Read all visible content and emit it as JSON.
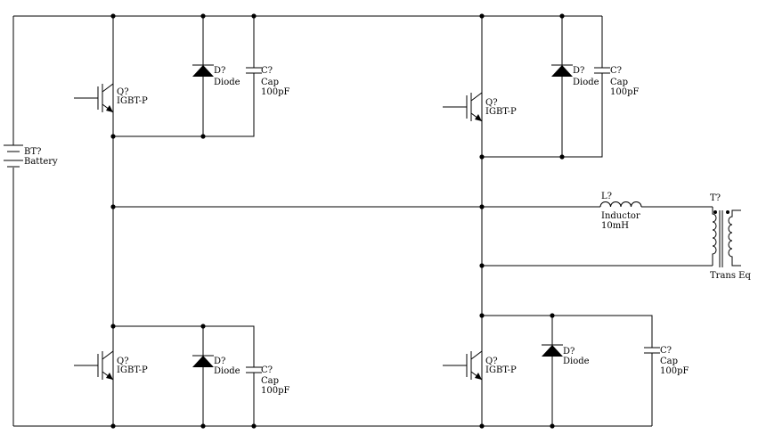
{
  "battery": {
    "designator": "BT?",
    "value": "Battery"
  },
  "igbts": [
    {
      "designator": "Q?",
      "value": "IGBT-P"
    },
    {
      "designator": "Q?",
      "value": "IGBT-P"
    },
    {
      "designator": "Q?",
      "value": "IGBT-P"
    },
    {
      "designator": "Q?",
      "value": "IGBT-P"
    }
  ],
  "diodes": [
    {
      "designator": "D?",
      "value": "Diode"
    },
    {
      "designator": "D?",
      "value": "Diode"
    },
    {
      "designator": "D?",
      "value": "Diode"
    },
    {
      "designator": "D?",
      "value": "Diode"
    }
  ],
  "capacitors": [
    {
      "designator": "C?",
      "type": "Cap",
      "value": "100pF"
    },
    {
      "designator": "C?",
      "type": "Cap",
      "value": "100pF"
    },
    {
      "designator": "C?",
      "type": "Cap",
      "value": "100pF"
    },
    {
      "designator": "C?",
      "type": "Cap",
      "value": "100pF"
    }
  ],
  "inductor": {
    "designator": "L?",
    "type": "Inductor",
    "value": "10mH"
  },
  "transformer": {
    "designator": "T?",
    "value": "Trans Eq"
  }
}
